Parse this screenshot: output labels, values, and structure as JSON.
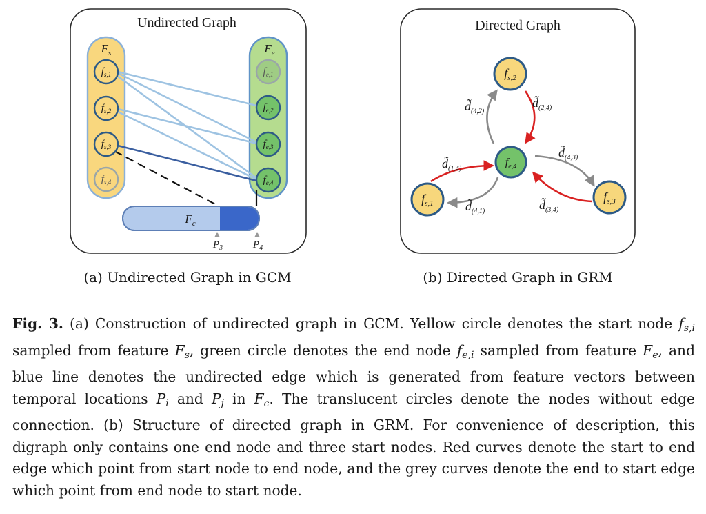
{
  "panel_a": {
    "title": "Undirected Graph",
    "caption": "(a) Undirected Graph in GCM",
    "start_column": "Fs",
    "end_column": "Fe",
    "bar_label": "Fc",
    "markers": [
      "P3",
      "P4"
    ],
    "start_nodes": [
      "fs,1",
      "fs,2",
      "fs,3",
      "fs,4"
    ],
    "end_nodes": [
      "fe,1",
      "fe,2",
      "fe,3",
      "fe,4"
    ],
    "translucent_nodes": [
      "fs,4",
      "fe,1"
    ],
    "edges": [
      [
        "fs,1",
        "fe,2"
      ],
      [
        "fs,1",
        "fe,3"
      ],
      [
        "fs,1",
        "fe,4"
      ],
      [
        "fs,2",
        "fe,3"
      ],
      [
        "fs,2",
        "fe,4"
      ],
      [
        "fs,3",
        "fe,4"
      ]
    ],
    "colors": {
      "start_column": "#f9d77e",
      "end_column": "#b5dc8f",
      "edge": "#9ec3e2",
      "edge_strong": "#3b5fa0",
      "bar": "#b4cbec",
      "bar_highlight": "#3a67c9"
    }
  },
  "panel_b": {
    "title": "Directed Graph",
    "caption": "(b) Directed Graph in GRM",
    "nodes": [
      "fs,2",
      "fe,4",
      "fs,1",
      "fs,3"
    ],
    "edges_start_to_end": [
      "d(2,4)",
      "d(1,4)",
      "d(3,4)"
    ],
    "edges_end_to_start": [
      "d(4,2)",
      "d(4,1)",
      "d(4,3)"
    ],
    "colors": {
      "start_node": "#f7d77c",
      "end_node": "#74c26a",
      "start_to_end": "#d92121",
      "end_to_start": "#8a8a8a"
    }
  },
  "caption": {
    "label": "Fig. 3.",
    "text_parts": {
      "p1": "(a) Construction of undirected graph in GCM. Yellow circle denotes the start node ",
      "p2": " sampled from feature ",
      "p3": ", green circle denotes the end node ",
      "p4": " sampled from feature ",
      "p5": ", and blue line denotes the undirected edge which is generated from feature vectors between temporal locations ",
      "p6": " and ",
      "p7": " in ",
      "p8": ". The translucent circles denote the nodes without edge connection. (b) Structure of directed graph in GRM. For convenience of description, this digraph only contains one end node and three start nodes. Red curves denote the start to end edge which point from start node to end node, and the grey curves denote the end to start edge which point from end node to start node."
    },
    "math": {
      "fsi_base": "f",
      "fsi_sub": "s,i",
      "Fs_base": "F",
      "Fs_sub": "s",
      "fei_base": "f",
      "fei_sub": "e,i",
      "Fe_base": "F",
      "Fe_sub": "e",
      "Pi_base": "P",
      "Pi_sub": "i",
      "Pj_base": "P",
      "Pj_sub": "j",
      "Fc_base": "F",
      "Fc_sub": "c"
    }
  }
}
